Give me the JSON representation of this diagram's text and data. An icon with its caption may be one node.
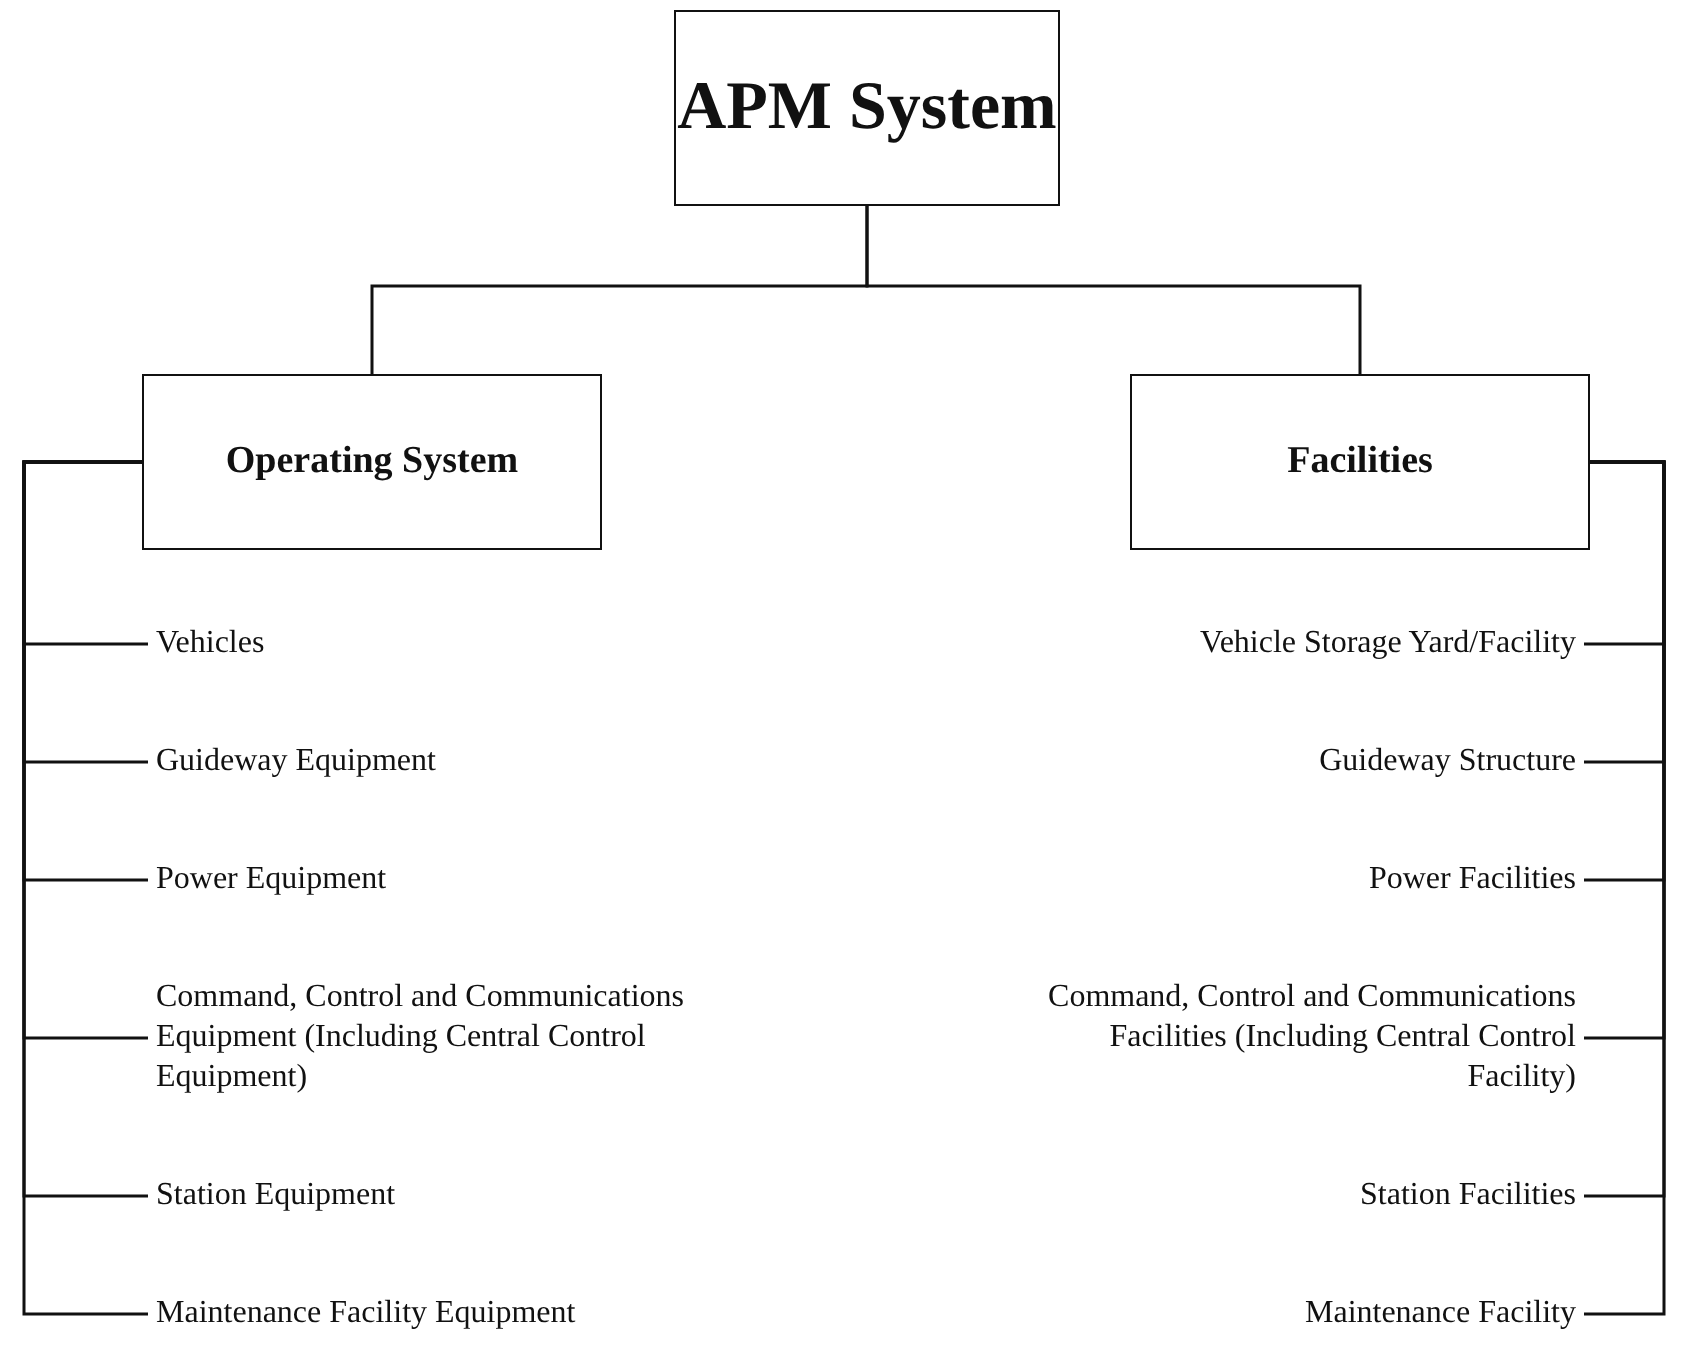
{
  "diagram": {
    "nodes": [
      {
        "text": [
          "APM System"
        ]
      },
      {
        "text": [
          "Operating System"
        ]
      },
      {
        "text": [
          "Facilities"
        ]
      },
      {
        "text": [
          "Vehicles"
        ]
      },
      {
        "text": [
          "Guideway Equipment"
        ]
      },
      {
        "text": [
          "Power Equipment"
        ]
      },
      {
        "text": [
          "Command, Control and Communications Equipment (Including Central Control Equipment)"
        ]
      },
      {
        "text": [
          "Station Equipment"
        ]
      },
      {
        "text": [
          "Maintenance Facility Equipment"
        ]
      },
      {
        "text": [
          "Vehicle Storage Yard/Facility"
        ]
      },
      {
        "text": [
          "Guideway Structure"
        ]
      },
      {
        "text": [
          "Power Facilities"
        ]
      },
      {
        "text": [
          "Command, Control and Communications Facilities (Including Central Control Facility)"
        ]
      },
      {
        "text": [
          "Station Facilities"
        ]
      },
      {
        "text": [
          "Maintenance Facility"
        ]
      }
    ],
    "edges": [
      {
        "from": 0,
        "to": 1,
        "arrow": "none"
      },
      {
        "from": 0,
        "to": 2,
        "arrow": "none"
      },
      {
        "from": 1,
        "to": 3,
        "arrow": "none"
      },
      {
        "from": 1,
        "to": 4,
        "arrow": "none"
      },
      {
        "from": 1,
        "to": 5,
        "arrow": "none"
      },
      {
        "from": 1,
        "to": 6,
        "arrow": "none"
      },
      {
        "from": 1,
        "to": 7,
        "arrow": "none"
      },
      {
        "from": 1,
        "to": 8,
        "arrow": "none"
      },
      {
        "from": 2,
        "to": 9,
        "arrow": "none"
      },
      {
        "from": 2,
        "to": 10,
        "arrow": "none"
      },
      {
        "from": 2,
        "to": 11,
        "arrow": "none"
      },
      {
        "from": 2,
        "to": 12,
        "arrow": "none"
      },
      {
        "from": 2,
        "to": 13,
        "arrow": "none"
      },
      {
        "from": 2,
        "to": 14,
        "arrow": "none"
      }
    ]
  }
}
